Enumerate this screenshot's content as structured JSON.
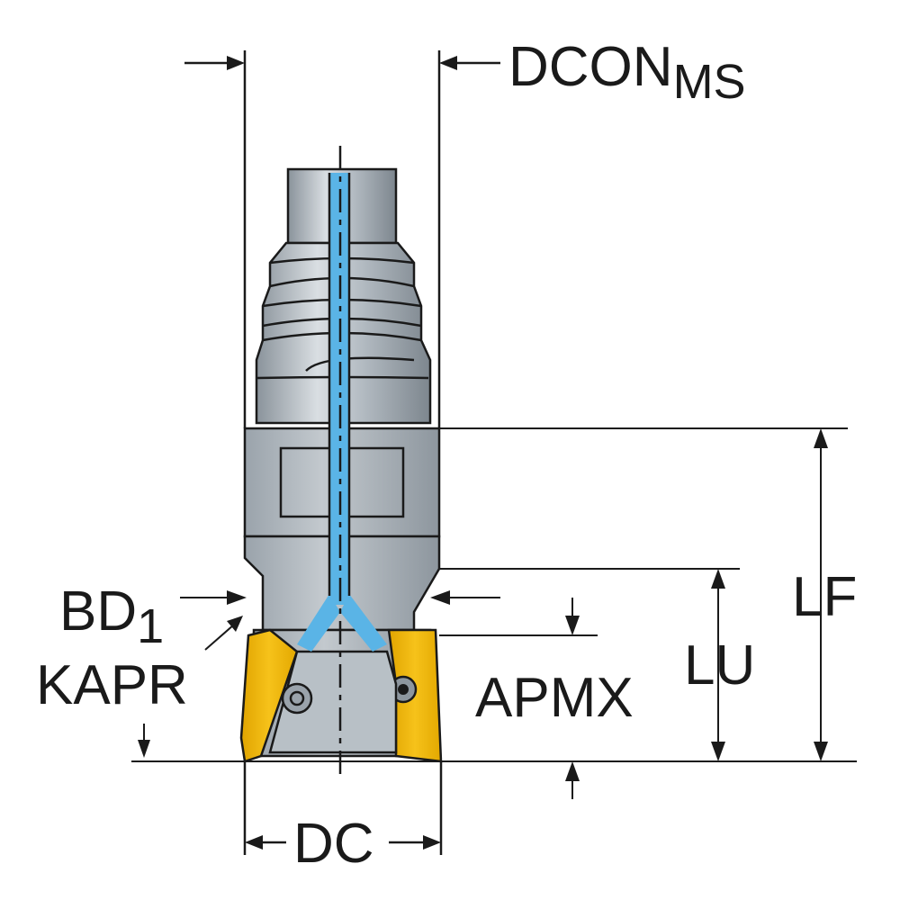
{
  "labels": {
    "dcon": "DCON",
    "dcon_sub": "MS",
    "bd": "BD",
    "bd_sub": "1",
    "kapr": "KAPR",
    "apmx": "APMX",
    "lu": "LU",
    "lf": "LF",
    "dc": "DC"
  },
  "colors": {
    "coolant": "#5ab4e6",
    "insert": "#f2b400",
    "body": "#a7b0b8",
    "ink": "#1a1a1a"
  }
}
